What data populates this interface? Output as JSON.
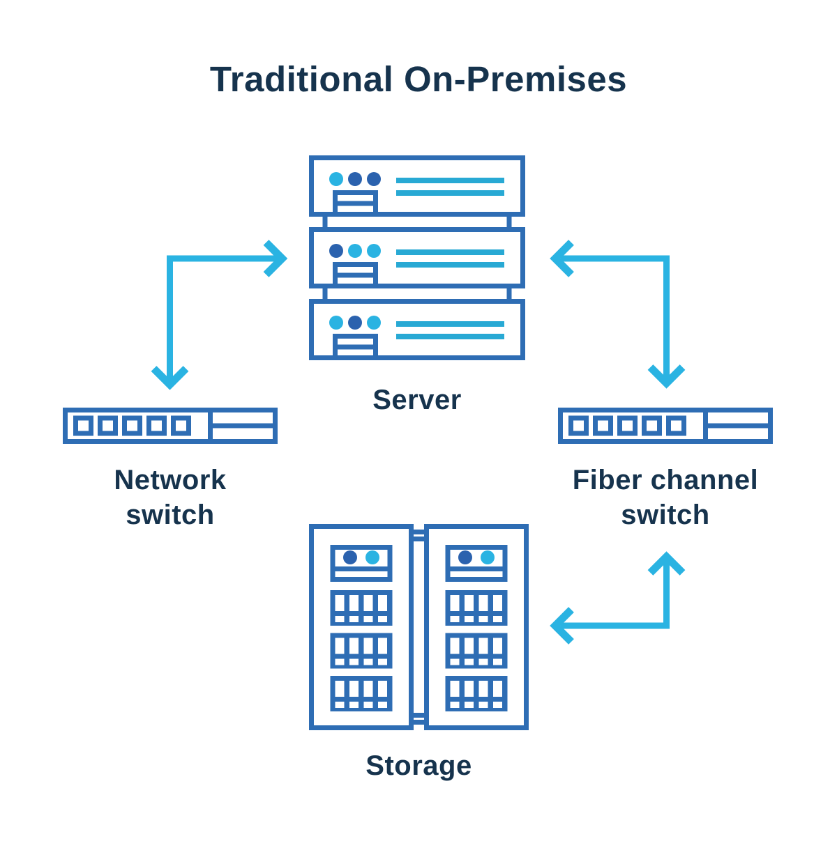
{
  "title": "Traditional On-Premises",
  "nodes": {
    "server": {
      "label": "Server"
    },
    "network_switch": {
      "lines": [
        "Network",
        "switch"
      ]
    },
    "fiber_channel_switch": {
      "lines": [
        "Fiber channel",
        "switch"
      ]
    },
    "storage": {
      "label": "Storage"
    }
  },
  "connections": [
    {
      "from": "server",
      "to": "network_switch",
      "style": "elbow",
      "direction": "bidirectional"
    },
    {
      "from": "server",
      "to": "fiber_channel_switch",
      "style": "elbow",
      "direction": "bidirectional"
    },
    {
      "from": "storage",
      "to": "fiber_channel_switch",
      "style": "elbow",
      "direction": "bidirectional"
    }
  ],
  "colors": {
    "background": "#FFFFFF",
    "label_navy": "#16334D",
    "device_outline": "#2E6DB4",
    "dot_dark_blue": "#2B62AE",
    "panel_line_cyan": "#28A9D4",
    "arrow_cyan": "#2AB3E2"
  }
}
